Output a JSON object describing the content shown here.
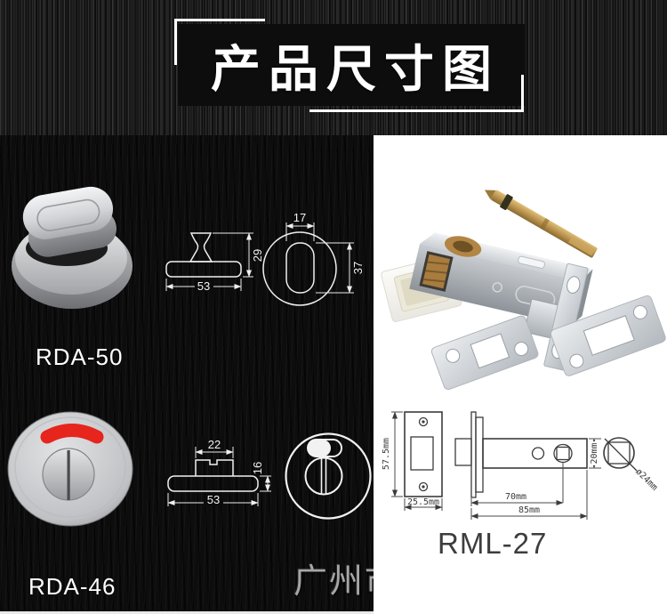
{
  "banner": {
    "title": "产品尺寸图"
  },
  "rda50": {
    "label": "RDA-50",
    "dims": {
      "base_width": "53",
      "total_height": "29",
      "slot_width": "17",
      "slot_height": "37"
    }
  },
  "rda46": {
    "label": "RDA-46",
    "dims": {
      "boss_width": "22",
      "base_width": "53",
      "base_height": "16"
    }
  },
  "rml27": {
    "label": "RML-27",
    "dims": {
      "faceplate_height": "57.5mm",
      "faceplate_width": "25.5mm",
      "backset": "70mm",
      "total_length": "85mm",
      "case_height": "20mm",
      "tube_diameter": "ø24mm"
    }
  },
  "watermark": {
    "text": "广州市"
  },
  "colors": {
    "indicator_red": "#e6251c",
    "brass": "#b08d4a",
    "steel_gray": "#c9cdd1",
    "drawing_light": "#f0f0f0",
    "drawing_dark": "#3b3b3b",
    "panel_black": "#0d0d0d"
  }
}
